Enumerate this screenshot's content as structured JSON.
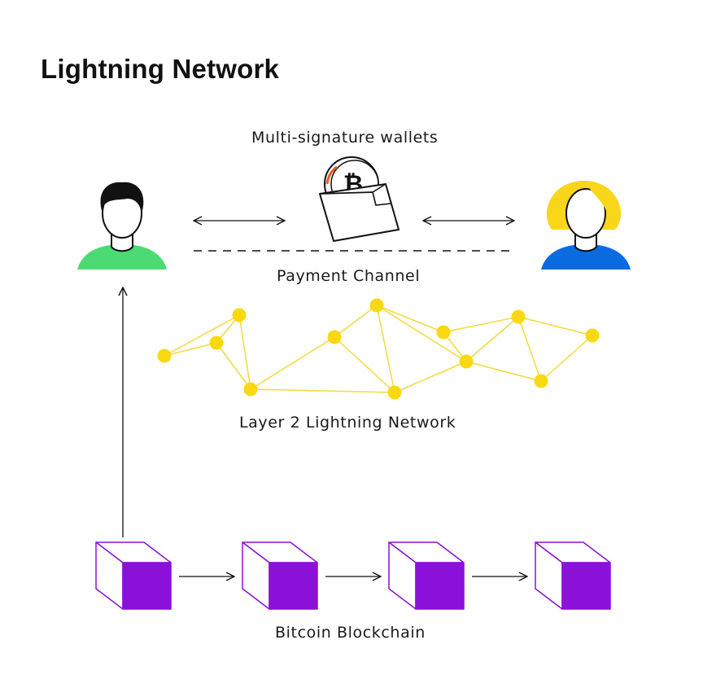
{
  "title": "Lightning Network",
  "labels": {
    "wallets": "Multi-signature wallets",
    "channel": "Payment Channel",
    "layer2": "Layer 2 Lightning Network",
    "blockchain": "Bitcoin Blockchain"
  },
  "colors": {
    "node": "#F8D90F",
    "edge": "#F3DA3A",
    "block": "#8B10D8",
    "man_shirt": "#4CDB72",
    "woman_shirt": "#0A6BE0",
    "woman_hair": "#F9D61A",
    "ink": "#111111"
  },
  "icons": {
    "man": "man-user-icon",
    "woman": "woman-user-icon",
    "wallet": "bitcoin-wallet-icon",
    "block": "cube-block-icon"
  },
  "blockchain": {
    "block_count": 4
  }
}
